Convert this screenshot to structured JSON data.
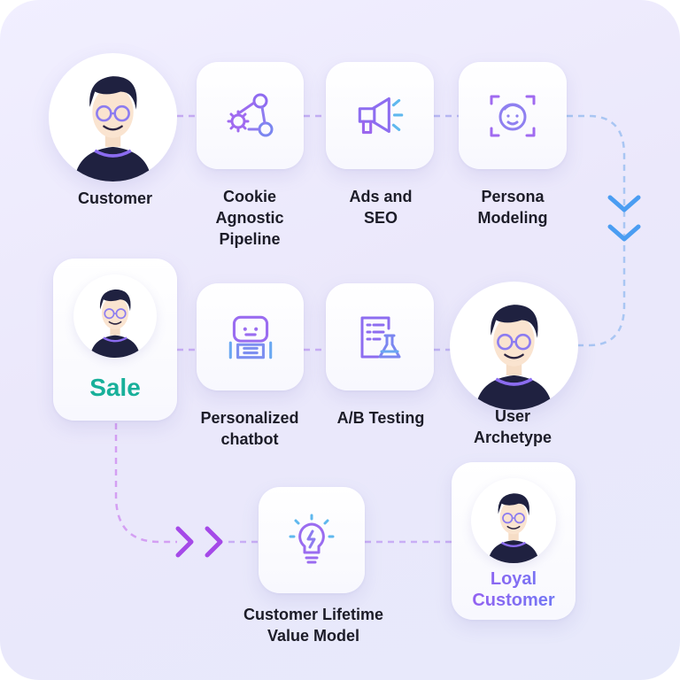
{
  "nodes": {
    "customer": "Customer",
    "cookie": "Cookie\nAgnostic\nPipeline",
    "ads": "Ads and\nSEO",
    "persona": "Persona\nModeling",
    "archetype": "User\nArchetype",
    "abtesting": "A/B Testing",
    "chatbot": "Personalized\nchatbot",
    "sale": "Sale",
    "clv": "Customer Lifetime\nValue Model",
    "loyal": "Loyal\nCustomer"
  },
  "colors": {
    "purple": "#9b5cf0",
    "blue": "#6aa8f2",
    "teal": "#18b09a",
    "dark": "#1c1c28"
  },
  "icons": [
    "avatar",
    "pipeline-icon",
    "megaphone-icon",
    "face-scan-icon",
    "robot-icon",
    "ab-test-icon",
    "lightbulb-icon",
    "double-chevron-down-icon",
    "double-chevron-right-icon"
  ]
}
